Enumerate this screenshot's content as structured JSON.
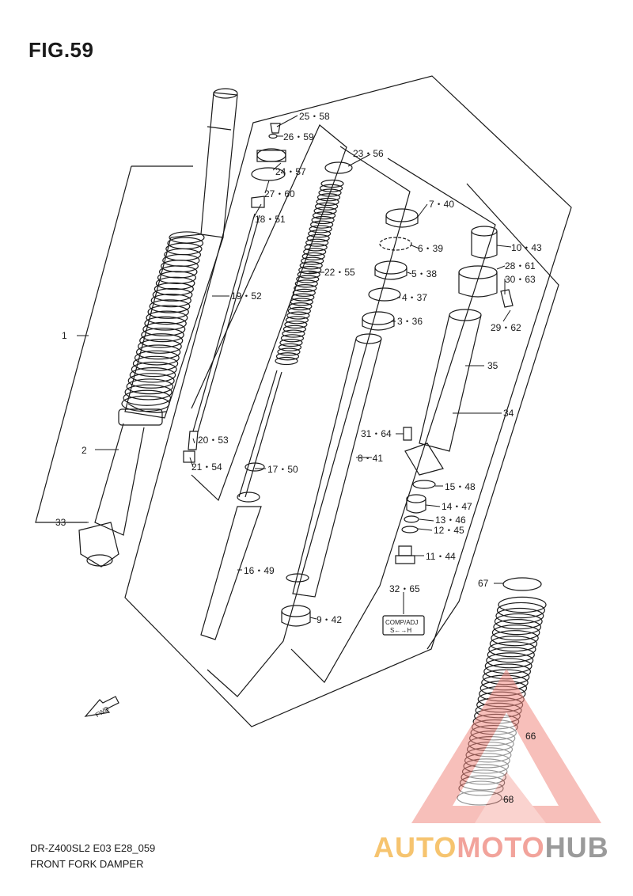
{
  "figure": {
    "title": "FIG.59",
    "model": "DR-Z400SL2 E03 E28_059",
    "name": "FRONT FORK DAMPER"
  },
  "callouts": [
    {
      "id": "c1",
      "text": "1"
    },
    {
      "id": "c2",
      "text": "2"
    },
    {
      "id": "c33",
      "text": "33"
    },
    {
      "id": "c25",
      "text": "25・58"
    },
    {
      "id": "c26",
      "text": "26・59"
    },
    {
      "id": "c24",
      "text": "24・57"
    },
    {
      "id": "c27",
      "text": "27・60"
    },
    {
      "id": "c18",
      "text": "18・51"
    },
    {
      "id": "c19",
      "text": "19・52"
    },
    {
      "id": "c20",
      "text": "20・53"
    },
    {
      "id": "c21",
      "text": "21・54"
    },
    {
      "id": "c23",
      "text": "23・56"
    },
    {
      "id": "c22",
      "text": "22・55"
    },
    {
      "id": "c17",
      "text": "17・50"
    },
    {
      "id": "c16",
      "text": "16・49"
    },
    {
      "id": "c7",
      "text": "7・40"
    },
    {
      "id": "c6",
      "text": "6・39"
    },
    {
      "id": "c5",
      "text": "5・38"
    },
    {
      "id": "c4",
      "text": "4・37"
    },
    {
      "id": "c3",
      "text": "3・36"
    },
    {
      "id": "c8",
      "text": "8・41"
    },
    {
      "id": "c9",
      "text": "9・42"
    },
    {
      "id": "c10",
      "text": "10・43"
    },
    {
      "id": "c28",
      "text": "28・61"
    },
    {
      "id": "c30",
      "text": "30・63"
    },
    {
      "id": "c29",
      "text": "29・62"
    },
    {
      "id": "c35",
      "text": "35"
    },
    {
      "id": "c34",
      "text": "34"
    },
    {
      "id": "c31",
      "text": "31・64"
    },
    {
      "id": "c15",
      "text": "15・48"
    },
    {
      "id": "c14",
      "text": "14・47"
    },
    {
      "id": "c13",
      "text": "13・46"
    },
    {
      "id": "c12",
      "text": "12・45"
    },
    {
      "id": "c11",
      "text": "11・44"
    },
    {
      "id": "c32",
      "text": "32・65"
    },
    {
      "id": "c67",
      "text": "67"
    },
    {
      "id": "c66",
      "text": "66"
    },
    {
      "id": "c68",
      "text": "68"
    }
  ],
  "adjuster_tag": {
    "line1": "COMP/ADJ",
    "line2": "S←→H"
  },
  "fwd_arrow": {
    "label": "FWD"
  },
  "watermark": {
    "part1": "AUTO",
    "part2": "MOTO",
    "part3": "HUB"
  },
  "colors": {
    "ink": "#1a1a1a",
    "watermark_red": "#e8433a",
    "watermark_orange": "#f6b34a",
    "watermark_gray": "#9a9a9a"
  }
}
